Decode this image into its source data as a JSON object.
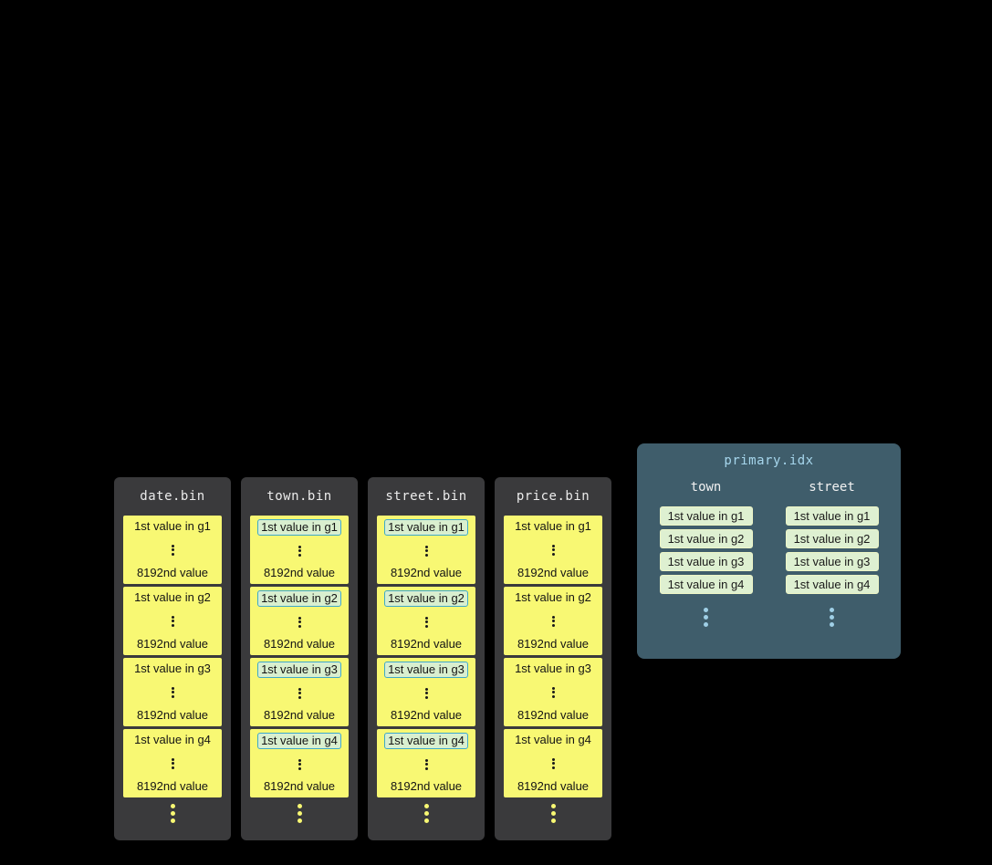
{
  "colors": {
    "background": "#000000",
    "bin_column_bg": "#3a3a3c",
    "granule_bg": "#f8f873",
    "highlight_bg": "#d9efcf",
    "highlight_border": "#3fa9c9",
    "index_panel_bg": "#3f5d6b",
    "index_title_color": "#a6d6ec",
    "index_box_bg": "#def0d1",
    "index_box_border": "#edf5c6",
    "yellow_dot": "#f8f873",
    "blue_dot": "#9fcfe6"
  },
  "bin_columns": [
    {
      "title": "date.bin",
      "highlighted": false,
      "granules": [
        {
          "first": "1st value in g1",
          "last": "8192nd value"
        },
        {
          "first": "1st value in g2",
          "last": "8192nd value"
        },
        {
          "first": "1st value in g3",
          "last": "8192nd value"
        },
        {
          "first": "1st value in g4",
          "last": "8192nd value"
        }
      ]
    },
    {
      "title": "town.bin",
      "highlighted": true,
      "granules": [
        {
          "first": "1st value in g1",
          "last": "8192nd value"
        },
        {
          "first": "1st value in g2",
          "last": "8192nd value"
        },
        {
          "first": "1st value in g3",
          "last": "8192nd value"
        },
        {
          "first": "1st value in g4",
          "last": "8192nd value"
        }
      ]
    },
    {
      "title": "street.bin",
      "highlighted": true,
      "granules": [
        {
          "first": "1st value in g1",
          "last": "8192nd value"
        },
        {
          "first": "1st value in g2",
          "last": "8192nd value"
        },
        {
          "first": "1st value in g3",
          "last": "8192nd value"
        },
        {
          "first": "1st value in g4",
          "last": "8192nd value"
        }
      ]
    },
    {
      "title": "price.bin",
      "highlighted": false,
      "granules": [
        {
          "first": "1st value in g1",
          "last": "8192nd value"
        },
        {
          "first": "1st value in g2",
          "last": "8192nd value"
        },
        {
          "first": "1st value in g3",
          "last": "8192nd value"
        },
        {
          "first": "1st value in g4",
          "last": "8192nd value"
        }
      ]
    }
  ],
  "primary_index": {
    "title": "primary.idx",
    "columns": [
      {
        "header": "town",
        "entries": [
          "1st value in g1",
          "1st value in g2",
          "1st value in g3",
          "1st value in g4"
        ]
      },
      {
        "header": "street",
        "entries": [
          "1st value in g1",
          "1st value in g2",
          "1st value in g3",
          "1st value in g4"
        ]
      }
    ]
  }
}
